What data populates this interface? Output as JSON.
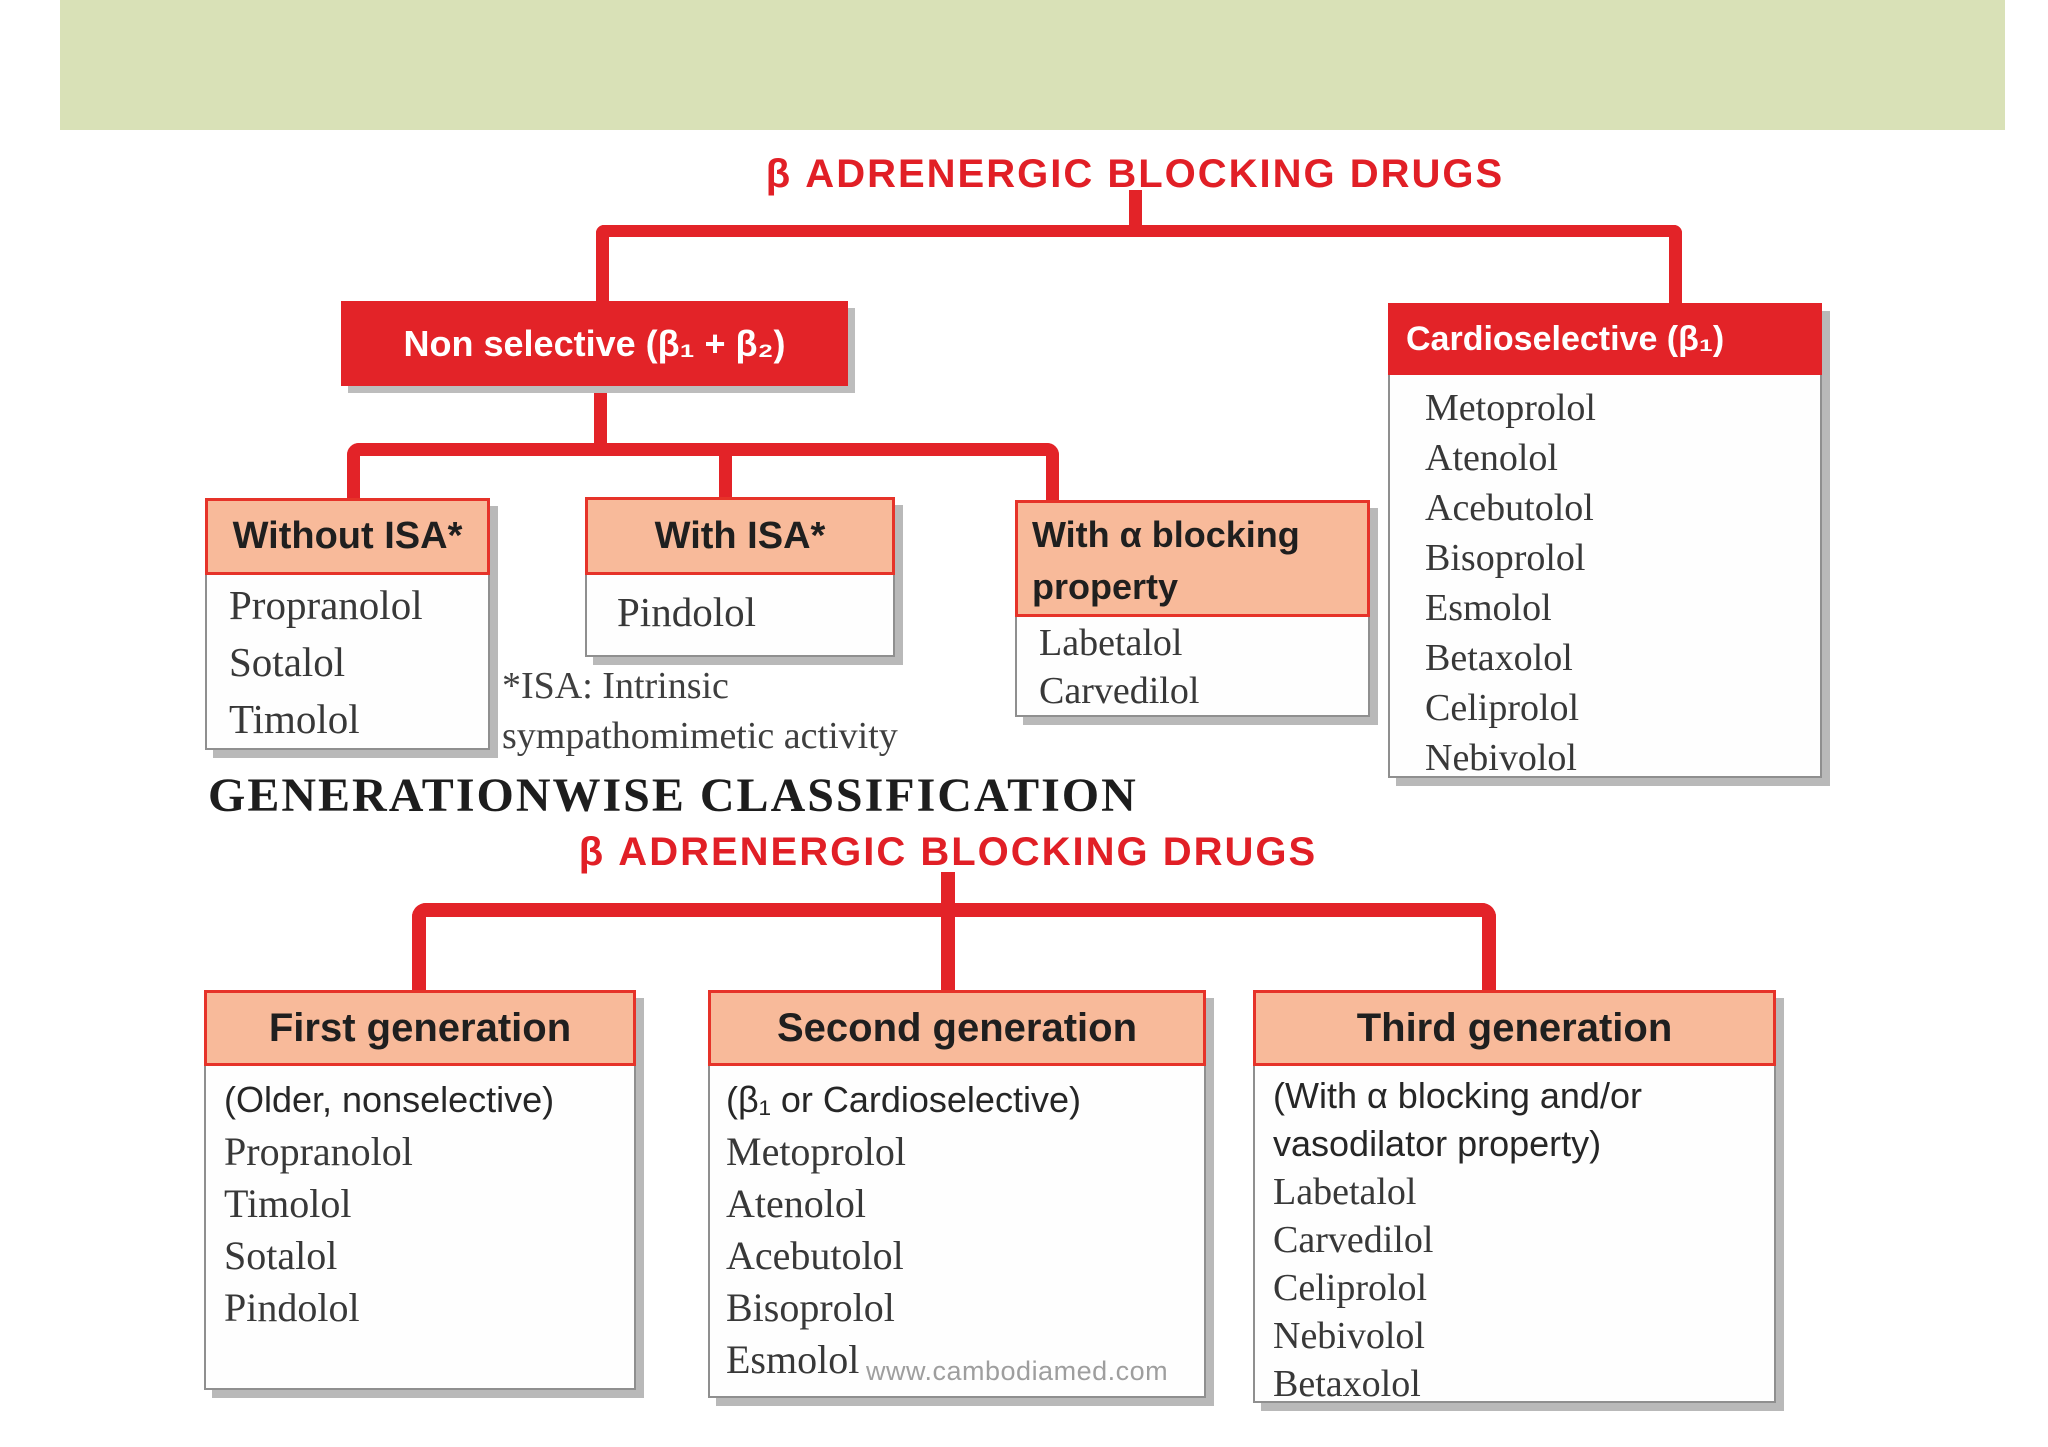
{
  "colors": {
    "accent_red": "#e32328",
    "salmon_header": "#f8ba9a",
    "green_band": "#d9e1b7",
    "shadow_gray": "#b9b9b9",
    "list_text": "#383838",
    "watermark_gray": "#9e9e9e"
  },
  "diagram1": {
    "title": "β ADRENERGIC BLOCKING DRUGS",
    "nonselective": {
      "label": "Non selective (β₁ + β₂)"
    },
    "cardioselective": {
      "label": "Cardioselective (β₁)",
      "drugs": [
        "Metoprolol",
        "Atenolol",
        "Acebutolol",
        "Bisoprolol",
        "Esmolol",
        "Betaxolol",
        "Celiprolol",
        "Nebivolol"
      ]
    },
    "without_isa": {
      "label": "Without ISA*",
      "drugs": [
        "Propranolol",
        "Sotalol",
        "Timolol"
      ]
    },
    "with_isa": {
      "label": "With ISA*",
      "drugs": [
        "Pindolol"
      ]
    },
    "with_alpha": {
      "label": "With α blocking property",
      "drugs": [
        "Labetalol",
        "Carvedilol"
      ]
    },
    "isa_note_line1": "*ISA: Intrinsic",
    "isa_note_line2": "sympathomimetic activity"
  },
  "section_heading": "GENERATIONWISE CLASSIFICATION",
  "diagram2": {
    "title": "β ADRENERGIC BLOCKING DRUGS",
    "generations": [
      {
        "label": "First generation",
        "subtitle": "(Older, nonselective)",
        "drugs": [
          "Propranolol",
          "Timolol",
          "Sotalol",
          "Pindolol"
        ]
      },
      {
        "label": "Second generation",
        "subtitle": "(β₁ or Cardioselective)",
        "drugs": [
          "Metoprolol",
          "Atenolol",
          "Acebutolol",
          "Bisoprolol",
          "Esmolol"
        ]
      },
      {
        "label": "Third generation",
        "subtitle": "(With α blocking and/or vasodilator property)",
        "drugs": [
          "Labetalol",
          "Carvedilol",
          "Celiprolol",
          "Nebivolol",
          "Betaxolol"
        ]
      }
    ]
  },
  "watermark": "www.cambodiamed.com"
}
